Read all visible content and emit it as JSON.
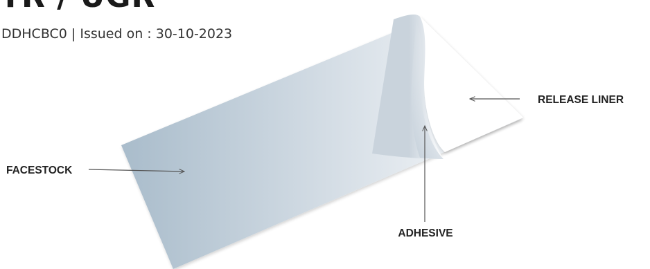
{
  "header": {
    "title_fragment": "TR / UGR",
    "doc_info": "DDHCBC0 | Issued on : 30-10-2023"
  },
  "diagram": {
    "labels": {
      "facestock": "FACESTOCK",
      "adhesive": "ADHESIVE",
      "release_liner": "RELEASE LINER"
    },
    "colors": {
      "facestock_dark": "#a9bccb",
      "facestock_light": "#f4f6f8",
      "liner": "#ffffff",
      "text": "#222222",
      "arrow": "#555555"
    }
  }
}
